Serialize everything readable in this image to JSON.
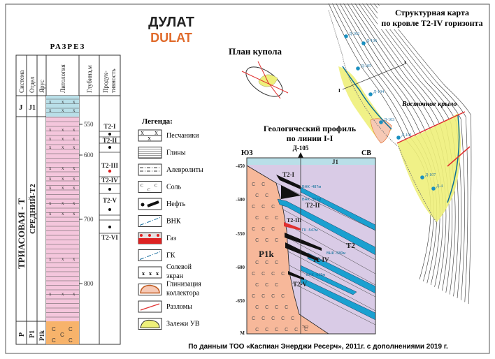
{
  "title": {
    "ru": "ДУЛАТ",
    "en": "DULAT"
  },
  "section": {
    "title": "РАЗРЕЗ",
    "headers": [
      "Система",
      "Отдел",
      "Ярус",
      "Литология",
      "Глубина,м",
      "Продук-",
      "тивность"
    ],
    "system": {
      "jurassic": "J",
      "triassic": "ТРИАСОВАЯ - Т",
      "permian": "P"
    },
    "series": {
      "jurassic": "J1",
      "triassic": "СРЕДНИЙ-Т2",
      "permian": "P1"
    },
    "stage": {
      "permian": "P1k"
    },
    "depths": [
      "550",
      "600",
      "700",
      "800"
    ],
    "horizons": [
      "T2-I",
      "T2-II",
      "T2-III",
      "T2-IV",
      "T2-V",
      "T2-VI"
    ]
  },
  "legend": {
    "title": "Легенда:",
    "items": [
      {
        "label": "Песчаники",
        "icon": "sandstone-icon"
      },
      {
        "label": "Глины",
        "icon": "clay-icon"
      },
      {
        "label": "Алевролиты",
        "icon": "siltstone-icon"
      },
      {
        "label": "Соль",
        "icon": "salt-icon"
      },
      {
        "label": "Нефть",
        "icon": "oil-icon"
      },
      {
        "label": "ВНК",
        "icon": "owc-icon"
      },
      {
        "label": "Газ",
        "icon": "gas-icon"
      },
      {
        "label": "ГК",
        "icon": "gwc-icon"
      },
      {
        "label": "Солевой",
        "label2": "экран",
        "icon": "salt-screen-icon"
      },
      {
        "label": "Глинизация",
        "label2": "коллектора",
        "icon": "clay-reservoir-icon"
      },
      {
        "label": "Разломы",
        "icon": "fault-icon"
      },
      {
        "label": "Залежи УВ",
        "icon": "hydrocarbon-deposit-icon"
      }
    ]
  },
  "dome_plan": {
    "title": "План купола"
  },
  "profile": {
    "title_line1": "Геологический профиль",
    "title_line2": "по линии I-I",
    "left_dir": "ЮЗ",
    "right_dir": "СВ",
    "well": "Д-105",
    "depth_ticks": [
      "-450",
      "-500",
      "-550",
      "-600",
      "-650",
      "М"
    ],
    "layers": {
      "j1": "J1",
      "t2": "T2",
      "p1k": "P1k",
      "t2_1": "T2-I",
      "t2_2": "T2-II",
      "t2_3": "T2-III",
      "t2_4": "T2-IV",
      "t2_5": "T2-V"
    },
    "contacts": [
      "ВНК -487м",
      "ВНК -502м",
      "ГК -547м",
      "ВНК -580м",
      "ВНК -615м"
    ],
    "bottom_depth": "762"
  },
  "map": {
    "title_line1": "Структурная карта",
    "title_line2": "по кровле T2-IV горизонта",
    "east_wing": "Восточное крыло",
    "line_label": "I",
    "wells": [
      "Д-102",
      "Д-106",
      "Д-105",
      "Д-104",
      "Д-103",
      "Д-101",
      "Д-107",
      "Д-4"
    ]
  },
  "footer": "По данным ТОО «Каспиан Энерджи Ресерч», 2011г. с дополнениями 2019 г.",
  "colors": {
    "triassic": "#f4c6dc",
    "jurassic": "#b9dfe8",
    "permian": "#f7b36b",
    "salt": "#f7b89a",
    "profile_bg": "#d9cbe6",
    "water": "#1aa0d0",
    "deposit": "#eef07a",
    "fault": "#e03030",
    "title_en": "#e06a2a"
  }
}
